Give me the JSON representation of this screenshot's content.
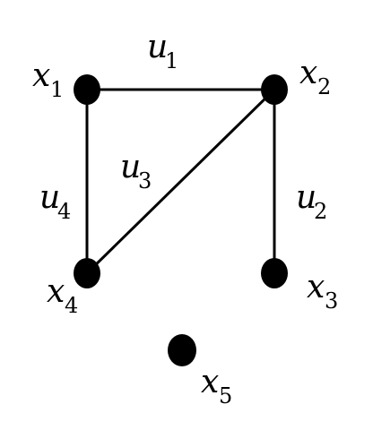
{
  "graph": {
    "vertices": [
      {
        "id": "x1",
        "symbol": "x",
        "index": "1"
      },
      {
        "id": "x2",
        "symbol": "x",
        "index": "2"
      },
      {
        "id": "x3",
        "symbol": "x",
        "index": "3"
      },
      {
        "id": "x4",
        "symbol": "x",
        "index": "4"
      },
      {
        "id": "x5",
        "symbol": "x",
        "index": "5"
      }
    ],
    "edges": [
      {
        "id": "u1",
        "symbol": "u",
        "index": "1",
        "from": "x1",
        "to": "x2"
      },
      {
        "id": "u2",
        "symbol": "u",
        "index": "2",
        "from": "x2",
        "to": "x3"
      },
      {
        "id": "u3",
        "symbol": "u",
        "index": "3",
        "from": "x4",
        "to": "x2"
      },
      {
        "id": "u4",
        "symbol": "u",
        "index": "4",
        "from": "x1",
        "to": "x4"
      }
    ],
    "colors": {
      "line": "#000000",
      "vertex": "#000000",
      "background": "#ffffff"
    }
  }
}
